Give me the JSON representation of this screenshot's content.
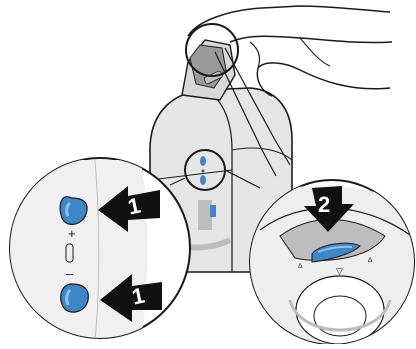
{
  "figure": {
    "step_labels": [
      "1",
      "1",
      "2"
    ],
    "button_marks": {
      "plus": "+",
      "minus": "–"
    },
    "colors": {
      "button_blue": "#3f86c8",
      "button_blue_light": "#8cc2ea",
      "arrow_black": "#111111",
      "body_gray": "#e6e6e6",
      "body_shadow": "#bdbdbd",
      "outline": "#1a1a1a"
    },
    "icons": [
      "hand-icon",
      "left-arrow-icon",
      "down-arrow-icon",
      "plus-button-icon",
      "minus-button-icon"
    ]
  }
}
